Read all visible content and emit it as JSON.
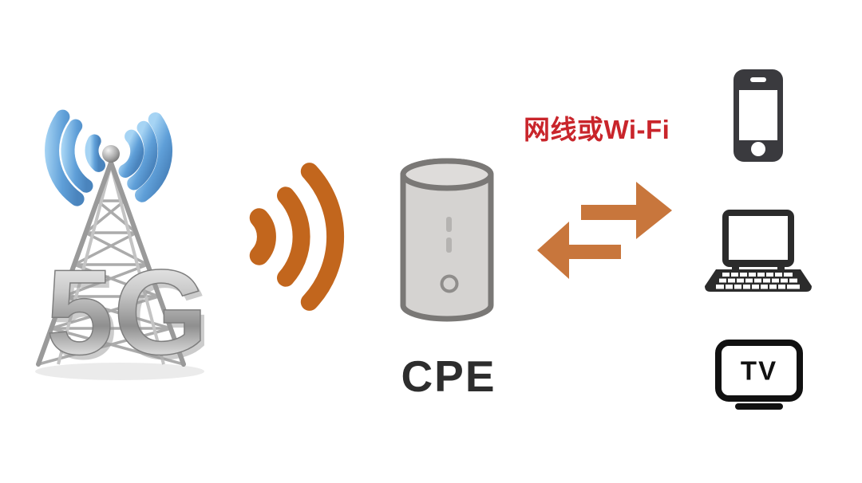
{
  "diagram": {
    "background": "#FFFFFF",
    "tower": {
      "label": "5G",
      "metal_color": "#B9B9B9",
      "wave_color_light": "#9CCBEF",
      "wave_color_dark": "#4E8DC6",
      "icon": "5g-base-station-icon"
    },
    "wireless_link": {
      "icon": "wifi-signal-icon",
      "color": "#C2661D"
    },
    "cpe": {
      "label": "CPE",
      "icon": "cpe-router-cylinder-icon",
      "body_color": "#D5D3D1",
      "outline_color": "#7A7876",
      "label_color": "#2D2D2D"
    },
    "wired_link": {
      "label": "网线或Wi-Fi",
      "label_color": "#C9252B",
      "arrow_color": "#C8763C",
      "icon": "bidirectional-arrows-icon"
    },
    "devices": {
      "phone": {
        "icon": "smartphone-icon",
        "color": "#3A3A3E"
      },
      "laptop": {
        "icon": "laptop-icon",
        "color": "#2B2B2B"
      },
      "tv": {
        "icon": "tv-icon",
        "label": "TV",
        "color": "#111111"
      }
    }
  }
}
